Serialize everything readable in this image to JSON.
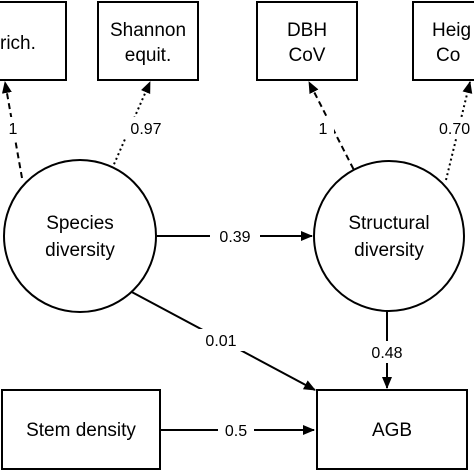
{
  "nodes": {
    "species_richness": {
      "lines": [
        "rich."
      ]
    },
    "shannon_equitability": {
      "lines": [
        "Shannon",
        "equit."
      ]
    },
    "dbh_cov": {
      "lines": [
        "DBH",
        "CoV"
      ]
    },
    "height_cov": {
      "lines": [
        "Heig",
        "Co"
      ]
    },
    "species_diversity": {
      "lines": [
        "Species",
        "diversity"
      ]
    },
    "structural_diversity": {
      "lines": [
        "Structural",
        "diversity"
      ]
    },
    "stem_density": {
      "lines": [
        "Stem density"
      ]
    },
    "agb": {
      "lines": [
        "AGB"
      ]
    }
  },
  "edges": {
    "species_to_richness": "1",
    "species_to_shannon": "0.97",
    "structural_to_dbh": "1",
    "structural_to_height": "0.70",
    "species_to_structural": "0.39",
    "species_to_agb": "0.01",
    "structural_to_agb": "0.48",
    "stem_to_agb": "0.5"
  }
}
